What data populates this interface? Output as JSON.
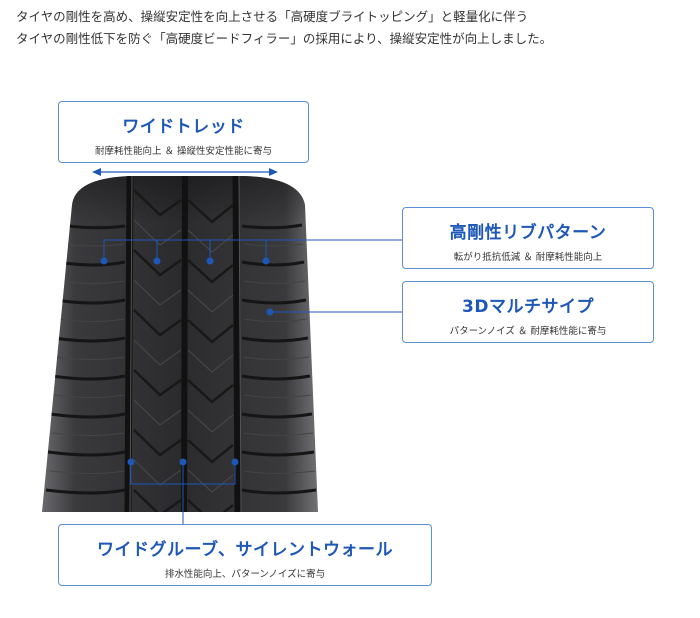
{
  "intro": {
    "line1": "タイヤの剛性を高め、操縦安定性を向上させる「高硬度ブライトッピング」と軽量化に伴う",
    "line2": "タイヤの剛性低下を防ぐ「高硬度ビードフィラー」の採用により、操縦安定性が向上しました。"
  },
  "callouts": {
    "wide_tread": {
      "title": "ワイドトレッド",
      "subtitle": "耐摩耗性能向上 ＆ 操縦性安定性能に寄与"
    },
    "rib_pattern": {
      "title": "高剛性リブパターン",
      "subtitle": "転がり抵抗低減 ＆ 耐摩耗性能向上"
    },
    "multi_sipe": {
      "title": "3Dマルチサイプ",
      "subtitle": "パターンノイズ ＆ 耐摩耗性能に寄与"
    },
    "wide_groove": {
      "title": "ワイドグルーブ、サイレントウォール",
      "subtitle": "排水性能向上、パターンノイズに寄与"
    }
  },
  "colors": {
    "accent": "#1d57b8",
    "border": "#5b8fd6",
    "tire": "#2a2a2c"
  }
}
